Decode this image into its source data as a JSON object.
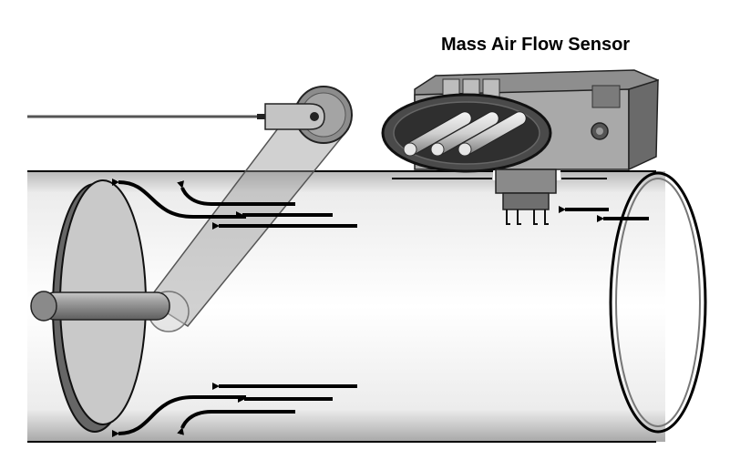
{
  "diagram": {
    "title": "Mass Air Flow Sensor",
    "components": [
      {
        "id": "intake-duct",
        "icon": "pipe"
      },
      {
        "id": "flap-plate",
        "icon": "disc"
      },
      {
        "id": "lever-arm",
        "icon": "lever"
      },
      {
        "id": "sensor-housing",
        "icon": "sensor"
      },
      {
        "id": "air-flow-arrows",
        "icon": "arrow-left"
      }
    ],
    "colors": {
      "outline": "#000000",
      "pipe_light": "#f2f2f2",
      "pipe_dark": "#bfbfbf",
      "metal_mid": "#9a9a9a",
      "metal_dark": "#666666",
      "arrow": "#000000"
    }
  }
}
